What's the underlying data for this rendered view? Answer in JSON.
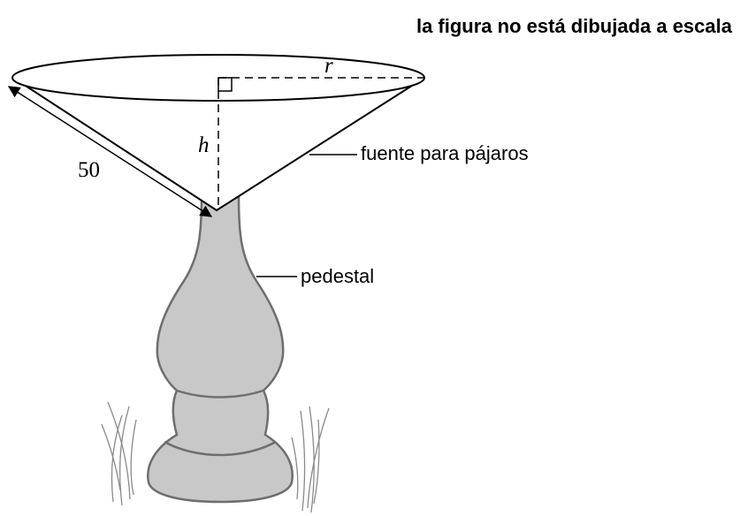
{
  "diagram": {
    "title": "la figura no está dibujada a escala",
    "labels": {
      "radius": "r",
      "height": "h",
      "slant": "50",
      "bowl": "fuente para pájaros",
      "pedestal": "pedestal"
    },
    "colors": {
      "pedestal_fill": "#c8c8c8",
      "pedestal_stroke": "#6e6e6e",
      "line": "#000000",
      "grass": "#8a8a8a"
    }
  }
}
